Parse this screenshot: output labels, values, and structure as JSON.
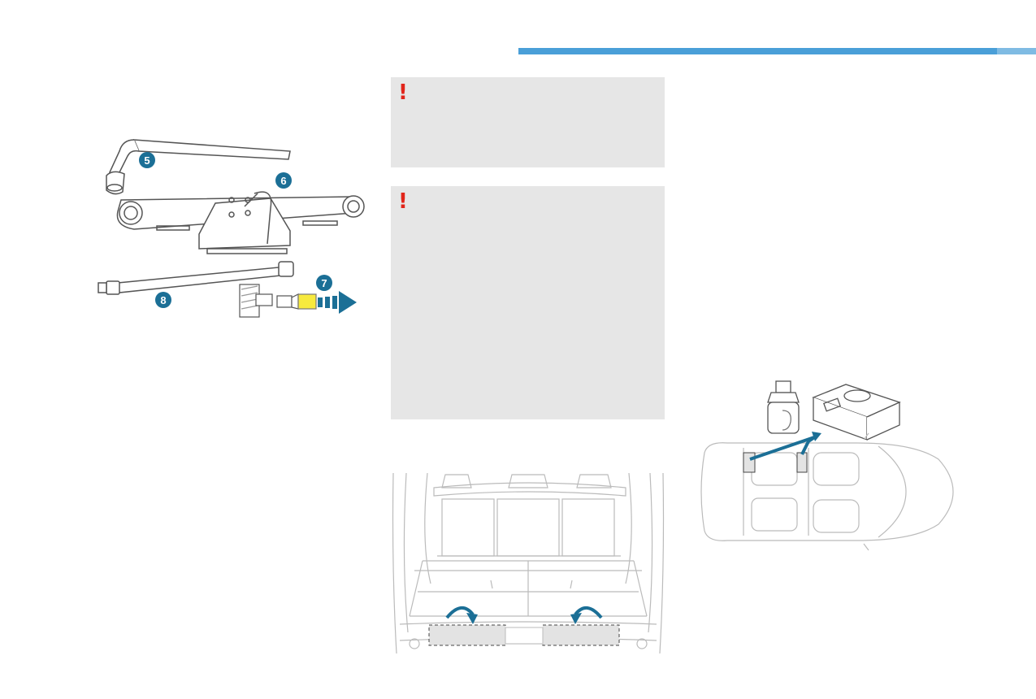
{
  "colors": {
    "accent": "#4a9fd8",
    "warning_bg": "#e6e6e6",
    "warning_icon": "#e1251b",
    "callout": "#1b6f96",
    "highlight": "#f7ea3e"
  },
  "warnings": [
    {
      "icon": "!"
    },
    {
      "icon": "!"
    }
  ],
  "tools_figure": {
    "callouts": [
      {
        "number": "5",
        "icon": "wheelbrace-icon"
      },
      {
        "number": "6",
        "icon": "jack-icon"
      },
      {
        "number": "7",
        "icon": "towing-eye-cover-icon"
      },
      {
        "number": "8",
        "icon": "extension-bar-icon"
      }
    ]
  },
  "trunk_figure": {
    "icon": "boot-floor-storage-icon"
  },
  "kit_figure": {
    "icon": "repair-kit-location-icon"
  }
}
